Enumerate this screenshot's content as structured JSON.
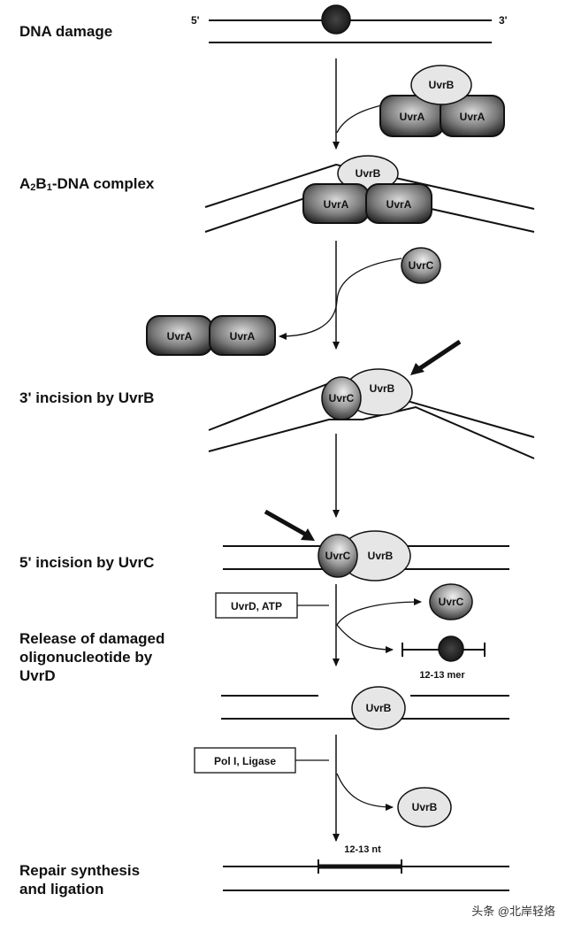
{
  "steps": [
    {
      "id": "damage",
      "label": "DNA damage"
    },
    {
      "id": "complex",
      "label_main_a": "A",
      "label_sub_a": "2",
      "label_main_b": "B",
      "label_sub_b": "1",
      "label_rest": "-DNA complex"
    },
    {
      "id": "incision3",
      "label": "3' incision by UvrB"
    },
    {
      "id": "incision5",
      "label": "5' incision by UvrC"
    },
    {
      "id": "release",
      "label_lines": [
        "Release of damaged",
        "oligonucleotide by",
        "UvrD"
      ]
    },
    {
      "id": "repair",
      "label_lines": [
        "Repair synthesis",
        "and ligation"
      ]
    }
  ],
  "strand_ends": {
    "five": "5'",
    "three": "3'"
  },
  "proteins": {
    "uvra": "UvrA",
    "uvrb": "UvrB",
    "uvrc": "UvrC"
  },
  "boxes": {
    "uvrd": "UvrD, ATP",
    "pol": "Pol I, Ligase"
  },
  "fragment_label": "12-13 mer",
  "gap_label": "12-13 nt",
  "watermark": "头条 @北岸轻烙",
  "colors": {
    "line": "#111111",
    "uvrb_fill": "#e6e6e6",
    "uvra_fill": "#8a8a8a",
    "uvrc_fill": "#a8a8a8",
    "lesion": "#1a1a1a"
  }
}
